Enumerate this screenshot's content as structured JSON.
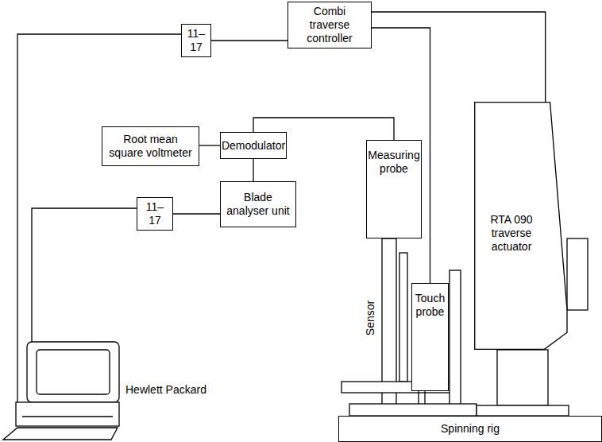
{
  "diagram": {
    "nodes": [
      {
        "text": [
          "Combi traverse controller"
        ]
      },
      {
        "text": [
          "11–17"
        ]
      },
      {
        "text": [
          "Root mean square voltmeter"
        ]
      },
      {
        "text": [
          "Demodulator"
        ]
      },
      {
        "text": [
          "Blade analyser unit"
        ]
      },
      {
        "text": [
          "11–17"
        ]
      },
      {
        "text": [
          "Measuring probe"
        ]
      },
      {
        "text": [
          "Touch probe"
        ]
      },
      {
        "text": [
          "RTA 090 traverse actuator"
        ]
      },
      {
        "text": [
          "Spinning rig"
        ]
      }
    ],
    "edges": [
      {
        "from": 1,
        "to": 0,
        "arrow": "none"
      },
      {
        "from": 0,
        "to": 8,
        "arrow": "none"
      },
      {
        "from": 0,
        "to": 7,
        "arrow": "none"
      },
      {
        "from": 3,
        "to": 6,
        "arrow": "none"
      },
      {
        "from": 2,
        "to": 3,
        "arrow": "none"
      },
      {
        "from": 3,
        "to": 4,
        "arrow": "none"
      },
      {
        "from": 4,
        "to": 5,
        "arrow": "none"
      }
    ],
    "labels": [
      "Sensor",
      "Hewlett Packard"
    ]
  }
}
